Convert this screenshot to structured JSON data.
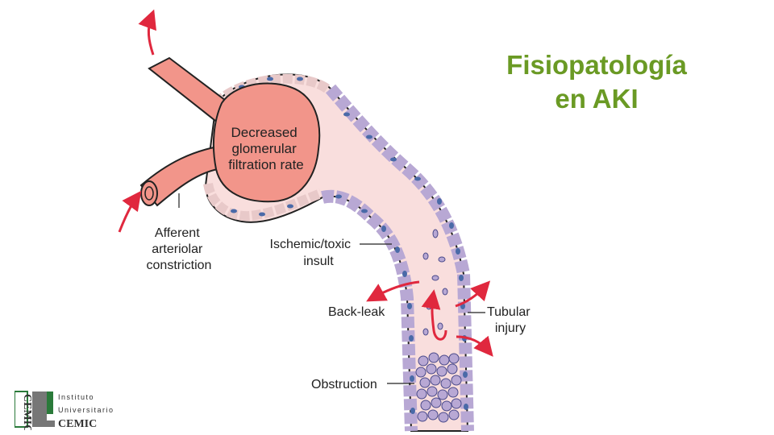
{
  "title": {
    "line1": "Fisiopatología",
    "line2": "en AKI"
  },
  "labels": {
    "gfr": [
      "Decreased",
      "glomerular",
      "filtration rate"
    ],
    "afferent": [
      "Afferent",
      "arteriolar",
      "constriction"
    ],
    "ischemic": [
      "Ischemic/toxic",
      "insult"
    ],
    "backleak": "Back-leak",
    "tubular": [
      "Tubular",
      "injury"
    ],
    "obstruction": "Obstruction"
  },
  "logo": {
    "line1": "Instituto",
    "line2": "Universitario",
    "brand": "CEMIC",
    "vertical": "CEMIC"
  },
  "colors": {
    "title": "#6a9a24",
    "arrow": "#e0283e",
    "vessel": "#f2958a",
    "tubule": "#f9dedd",
    "cell": "#b8a8d4",
    "nucleus": "#4a6aa8"
  }
}
